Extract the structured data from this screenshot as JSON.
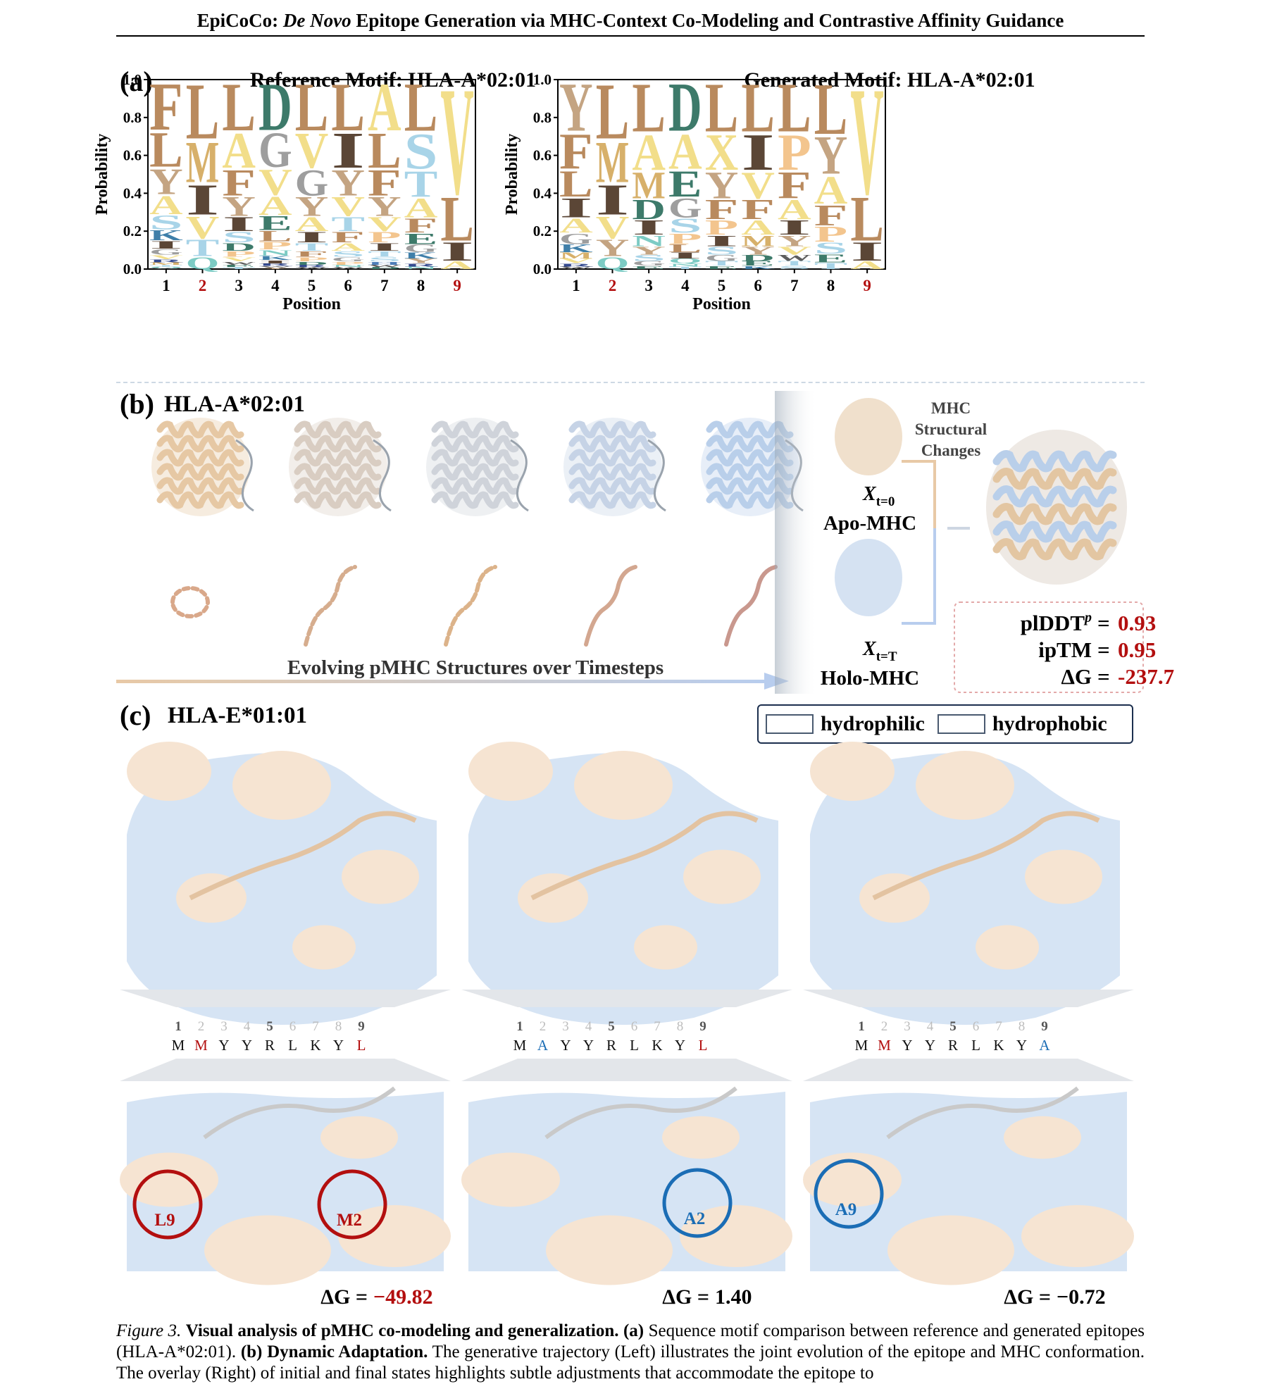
{
  "header": {
    "prefix": "EpiCoCo: ",
    "italic": "De Novo",
    "suffix": " Epitope Generation via MHC-Context Co-Modeling and Contrastive Affinity Guidance"
  },
  "panel_a": {
    "tag": "(a)",
    "left_title": "Reference Motif: HLA-A*02:01",
    "right_title": "Generated Motif: HLA-A*02:01",
    "ylabel": "Probability",
    "xlabel": "Position",
    "yticks": [
      "0.0",
      "0.2",
      "0.4",
      "0.6",
      "0.8",
      "1.0"
    ],
    "xticks": [
      "1",
      "2",
      "3",
      "4",
      "5",
      "6",
      "7",
      "8",
      "9"
    ],
    "anchor_positions": [
      "2",
      "9"
    ]
  },
  "chart_data": [
    {
      "type": "sequence-logo",
      "title": "Reference Motif: HLA-A*02:01",
      "xlabel": "Position",
      "ylabel": "Probability",
      "ylim": [
        0,
        1
      ],
      "positions": [
        1,
        2,
        3,
        4,
        5,
        6,
        7,
        8,
        9
      ],
      "letters_top_to_bottom": [
        [
          "F",
          "L",
          "Y",
          "A",
          "S",
          "K",
          "I",
          "G",
          "V",
          "R",
          "M",
          "T",
          "Q",
          "W"
        ],
        [
          "L",
          "M",
          "I",
          "V",
          "T",
          "Q"
        ],
        [
          "L",
          "A",
          "F",
          "Y",
          "I",
          "S",
          "D",
          "P",
          "V",
          "W",
          "E",
          "T"
        ],
        [
          "D",
          "G",
          "V",
          "A",
          "E",
          "L",
          "P",
          "N",
          "K",
          "I",
          "R",
          "W",
          "Y"
        ],
        [
          "L",
          "V",
          "G",
          "Y",
          "A",
          "I",
          "T",
          "F",
          "P",
          "D",
          "R",
          "W"
        ],
        [
          "L",
          "I",
          "Y",
          "V",
          "T",
          "F",
          "A",
          "S",
          "G",
          "P",
          "N",
          "W"
        ],
        [
          "A",
          "L",
          "F",
          "Y",
          "V",
          "P",
          "I",
          "T",
          "S",
          "H",
          "W",
          "D"
        ],
        [
          "L",
          "S",
          "T",
          "A",
          "F",
          "E",
          "G",
          "K",
          "Y",
          "R",
          "N"
        ],
        [
          "V",
          "L",
          "I",
          "A"
        ]
      ]
    },
    {
      "type": "sequence-logo",
      "title": "Generated Motif: HLA-A*02:01",
      "xlabel": "Position",
      "ylabel": "Probability",
      "ylim": [
        0,
        1
      ],
      "positions": [
        1,
        2,
        3,
        4,
        5,
        6,
        7,
        8,
        9
      ],
      "letters_top_to_bottom": [
        [
          "Y",
          "F",
          "L",
          "I",
          "A",
          "G",
          "K",
          "M",
          "V",
          "R",
          "W"
        ],
        [
          "L",
          "M",
          "I",
          "V",
          "Y",
          "Q"
        ],
        [
          "L",
          "A",
          "M",
          "D",
          "I",
          "N",
          "Y",
          "S",
          "G",
          "E"
        ],
        [
          "D",
          "A",
          "E",
          "G",
          "S",
          "P",
          "L",
          "I",
          "Q",
          "N",
          "T"
        ],
        [
          "L",
          "X",
          "Y",
          "F",
          "P",
          "I",
          "S",
          "G",
          "T",
          "E"
        ],
        [
          "L",
          "I",
          "V",
          "F",
          "A",
          "M",
          "Y",
          "D",
          "E",
          "K"
        ],
        [
          "L",
          "P",
          "F",
          "A",
          "I",
          "Y",
          "V",
          "W",
          "T",
          "S"
        ],
        [
          "L",
          "Y",
          "A",
          "F",
          "P",
          "S",
          "E",
          "T"
        ],
        [
          "V",
          "L",
          "I",
          "A"
        ]
      ]
    }
  ],
  "panel_b": {
    "tag": "(b)",
    "title": "HLA-A*02:01",
    "timeline_label": "Evolving pMHC Structures over Timesteps",
    "changes_label": [
      "MHC",
      "Structural",
      "Changes"
    ],
    "apo_sub": "t=0",
    "apo_label": "Apo-MHC",
    "holo_sub": "t=T",
    "holo_label": "Holo-MHC",
    "var": "X",
    "metrics": [
      {
        "name": "plDDT",
        "sup": "p",
        "value": "0.93"
      },
      {
        "name": "ipTM",
        "sup": "",
        "value": "0.95"
      },
      {
        "name": "ΔG",
        "sup": "",
        "value": "-237.7"
      }
    ]
  },
  "panel_c": {
    "tag": "(c)",
    "title": "HLA-E*01:01",
    "legend": [
      {
        "label": "hydrophilic",
        "color": "#d6e4f4"
      },
      {
        "label": "hydrophobic",
        "color": "#f6e4d2"
      }
    ],
    "columns": [
      {
        "indices": [
          "1",
          "2",
          "3",
          "4",
          "5",
          "6",
          "7",
          "8",
          "9"
        ],
        "residues": [
          "M",
          "M",
          "Y",
          "Y",
          "R",
          "L",
          "K",
          "Y",
          "L"
        ],
        "highlight": {
          "1": "red",
          "8": "red"
        },
        "circles": [
          {
            "label": "L9",
            "color": "#b30f0f"
          },
          {
            "label": "M2",
            "color": "#b30f0f"
          }
        ],
        "dg_label": "ΔG =",
        "dg_value": "−49.82",
        "dg_color": "#b30f0f"
      },
      {
        "indices": [
          "1",
          "2",
          "3",
          "4",
          "5",
          "6",
          "7",
          "8",
          "9"
        ],
        "residues": [
          "M",
          "A",
          "Y",
          "Y",
          "R",
          "L",
          "K",
          "Y",
          "L"
        ],
        "highlight": {
          "1": "blue",
          "8": "red"
        },
        "circles": [
          {
            "label": "A2",
            "color": "#1b6db5"
          }
        ],
        "dg_label": "ΔG =",
        "dg_value": "1.40",
        "dg_color": "#000000"
      },
      {
        "indices": [
          "1",
          "2",
          "3",
          "4",
          "5",
          "6",
          "7",
          "8",
          "9"
        ],
        "residues": [
          "M",
          "M",
          "Y",
          "Y",
          "R",
          "L",
          "K",
          "Y",
          "A"
        ],
        "highlight": {
          "1": "red",
          "8": "blue"
        },
        "circles": [
          {
            "label": "A9",
            "color": "#1b6db5"
          }
        ],
        "dg_label": "ΔG =",
        "dg_value": "−0.72",
        "dg_color": "#000000"
      }
    ]
  },
  "caption": {
    "label": "Figure 3.",
    "bold": "Visual analysis of pMHC co-modeling and generalization.",
    "a_tag": "(a)",
    "a_text": "Sequence motif comparison between reference and generated epitopes (HLA-A*02:01).",
    "b_tag": "(b)",
    "b_bold": "Dynamic Adaptation.",
    "b_text": "The generative trajectory (Left) illustrates the joint evolution of the epitope and MHC conformation. The overlay (Right) of initial and final states highlights subtle adjustments that accommodate the epitope to"
  },
  "colors": {
    "hydrophilic": "#d6e4f4",
    "hydrophobic": "#f6e4d2",
    "emphasis_red": "#b30f0f",
    "emphasis_blue": "#1b6db5",
    "ribbon_tan": "#e3c6a2",
    "ribbon_blue": "#b9cfea"
  }
}
